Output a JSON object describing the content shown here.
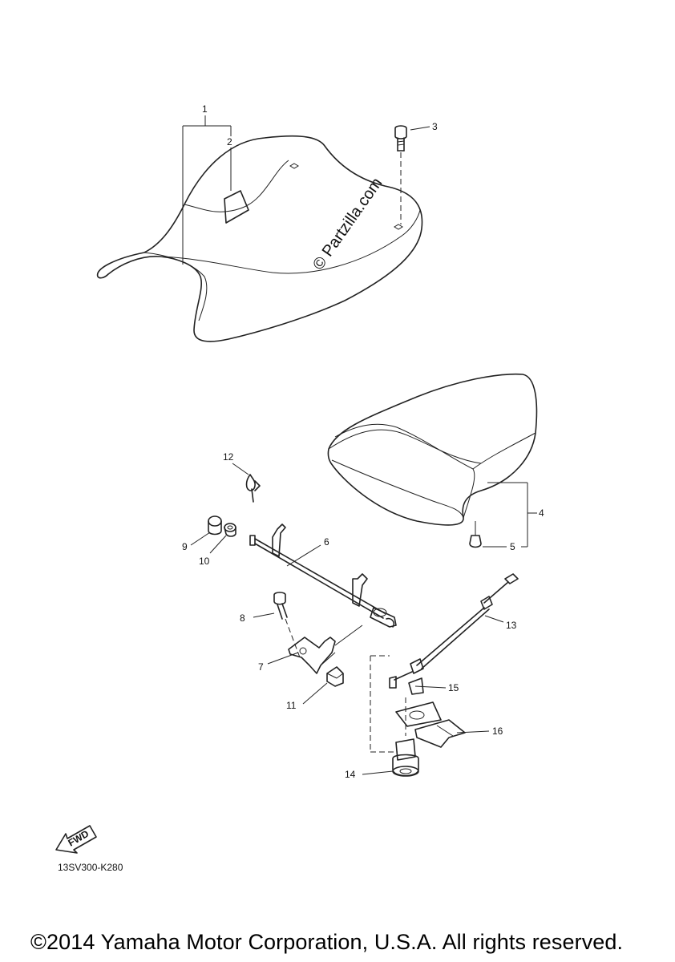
{
  "diagram": {
    "callouts": {
      "c1": "1",
      "c2": "2",
      "c3": "3",
      "c4": "4",
      "c5": "5",
      "c6": "6",
      "c7": "7",
      "c8": "8",
      "c9": "9",
      "c10": "10",
      "c11": "11",
      "c12": "12",
      "c13": "13",
      "c14": "14",
      "c15": "15",
      "c16": "16"
    },
    "watermark": "© Partzilla.com",
    "fwd_label": "FWD",
    "diagram_code": "13SV300-K280"
  },
  "footer": {
    "copyright": "©2014 Yamaha Motor Corporation, U.S.A. All rights reserved."
  }
}
